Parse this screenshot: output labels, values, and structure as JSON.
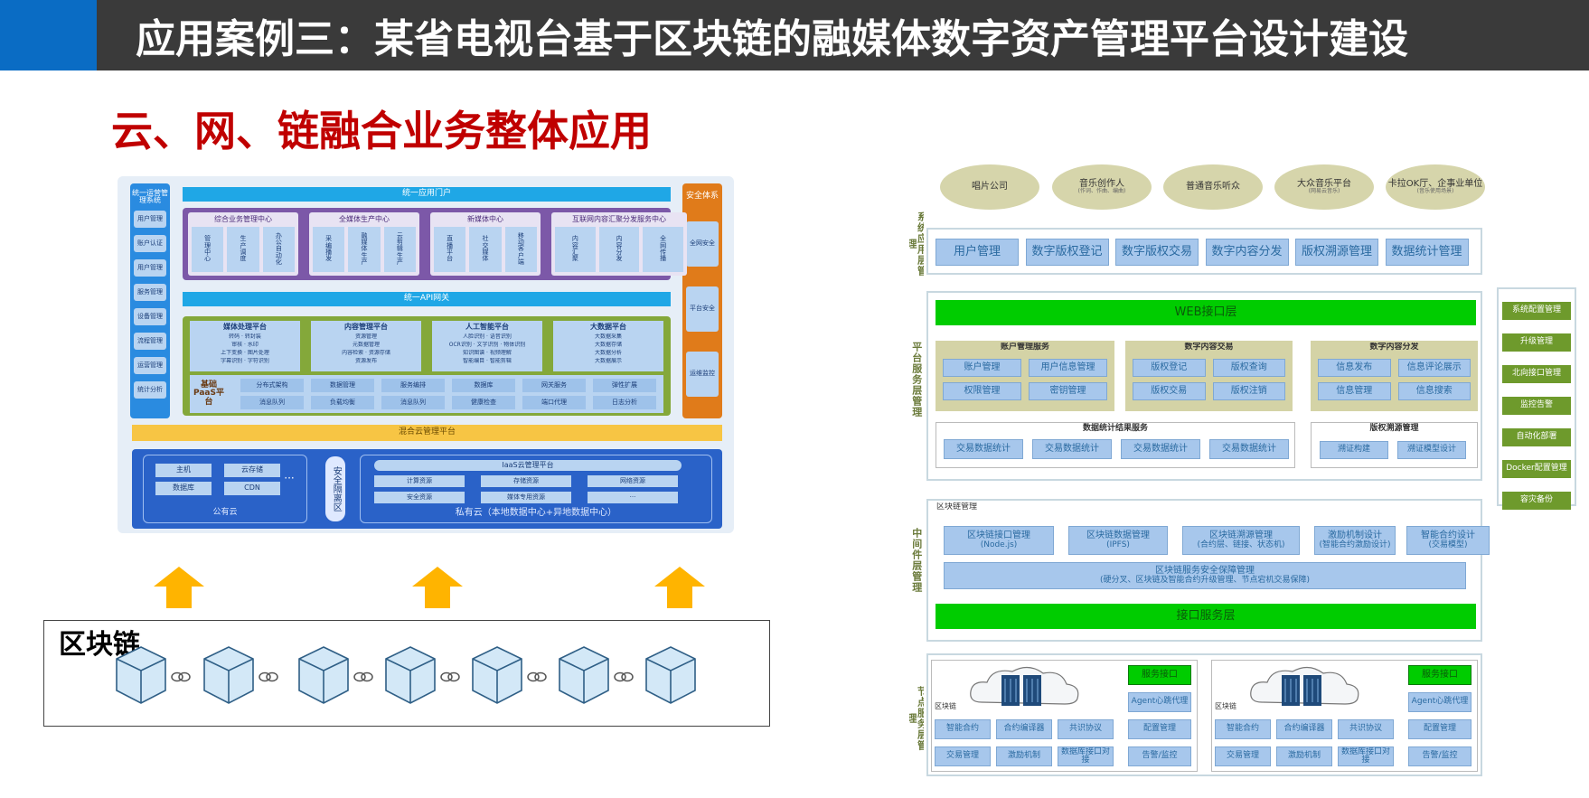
{
  "header": {
    "title": "应用案例三：某省电视台基于区块链的融媒体数字资产管理平台设计建设"
  },
  "subtitle": "云、网、链融合业务整体应用",
  "left": {
    "sidebar_title": "统一运营管理系统",
    "sidebar_items": [
      "用户管理",
      "账户认证",
      "用户管理",
      "服务管理",
      "设备管理",
      "流程管理",
      "运营管理",
      "统计分析"
    ],
    "right_col_title": "安全体系",
    "right_col_items": [
      "全网安全",
      "平台安全",
      "运维监控"
    ],
    "portal": "统一应用门户",
    "purple_groups": [
      {
        "title": "综合业务管理中心",
        "items": [
          "管理中心",
          "生产调度",
          "办公自动化"
        ]
      },
      {
        "title": "全媒体生产中心",
        "items": [
          "采编播发",
          "融媒体生产",
          "云剪辑生产"
        ]
      },
      {
        "title": "新媒体中心",
        "items": [
          "直播平台",
          "社交媒体",
          "移动客户端"
        ]
      },
      {
        "title": "互联网内容汇聚分发服务中心",
        "items": [
          "内容汇聚",
          "内容分发",
          "全网传播"
        ]
      }
    ],
    "api_gateway": "统一API网关",
    "green_groups": [
      {
        "title": "媒体处理平台",
        "lines": [
          "转码 · 转封装",
          "审核 · 水印",
          "上下变换 · 图片处理",
          "字幕识别 · 字符识别"
        ]
      },
      {
        "title": "内容管理平台",
        "lines": [
          "资源管理",
          "元数据管理",
          "内容检索 · 资源存储",
          "资源发布"
        ]
      },
      {
        "title": "人工智能平台",
        "lines": [
          "人脸识别 · 语音识别",
          "OCR识别 · 文字识别 · 物体识别",
          "知识图谱 · 视频理解",
          "智能编目 · 智能剪辑"
        ]
      },
      {
        "title": "大数据平台",
        "lines": [
          "大数据采集",
          "大数据存储",
          "大数据分析",
          "大数据展示"
        ]
      }
    ],
    "paas_label": "基础PaaS平台",
    "paas_row1": [
      "分布式架构",
      "数据管理",
      "服务编排",
      "数据库",
      "网关服务",
      "弹性扩展"
    ],
    "paas_row2": [
      "消息队列",
      "负载均衡",
      "消息队列",
      "健康检查",
      "端口代理",
      "日志分析"
    ],
    "mixed_cloud": "混合云管理平台",
    "public_cloud_items": [
      "主机",
      "云存储",
      "数据库",
      "CDN"
    ],
    "ellipsis": "···",
    "public_cloud": "公有云",
    "security_zone": "安全隔离区",
    "iaas_title": "IaaS云管理平台",
    "iaas_row1": [
      "计算资源",
      "存储资源",
      "网络资源"
    ],
    "iaas_row2": [
      "安全资源",
      "媒体专用资源",
      "···"
    ],
    "private_cloud": "私有云（本地数据中心+异地数据中心）",
    "blockchain_label": "区块链"
  },
  "right": {
    "ovals": [
      {
        "main": "唱片公司",
        "sub": ""
      },
      {
        "main": "音乐创作人",
        "sub": "(作词、作曲、编曲)"
      },
      {
        "main": "普通音乐听众",
        "sub": ""
      },
      {
        "main": "大众音乐平台",
        "sub": "(网易云音乐)"
      },
      {
        "main": "卡拉OK厅、企事业单位",
        "sub": "(音乐使用场景)"
      }
    ],
    "layer_labels": [
      "系统应用层管理",
      "平台服务层管理",
      "中间件层管理",
      "节点服务层管理"
    ],
    "app_row": [
      "用户管理",
      "数字版权登记",
      "数字版权交易",
      "数字内容分发",
      "版权溯源管理",
      "数据统计管理"
    ],
    "web_api": "WEB接口层",
    "svc_groups": [
      {
        "title": "账户管理服务",
        "items": [
          "账户管理",
          "用户信息管理",
          "权限管理",
          "密钥管理"
        ]
      },
      {
        "title": "数字内容交易",
        "items": [
          "版权登记",
          "版权查询",
          "版权交易",
          "版权注销"
        ]
      },
      {
        "title": "数字内容分发",
        "items": [
          "信息发布",
          "信息评论展示",
          "信息管理",
          "信息搜索"
        ]
      }
    ],
    "stats_title": "数据统计结果服务",
    "stats_items": [
      "交易数据统计",
      "交易数据统计",
      "交易数据统计",
      "交易数据统计"
    ],
    "trace_title": "版权溯源管理",
    "trace_items": [
      "溯证构建",
      "溯证模型设计"
    ],
    "mid_title": "区块链管理",
    "mid_items": [
      {
        "main": "区块链接口管理",
        "sub": "(Node.js)"
      },
      {
        "main": "区块链数据管理",
        "sub": "(IPFS)"
      },
      {
        "main": "区块链溯源管理",
        "sub": "(合约层、链接、状态机)"
      },
      {
        "main": "激励机制设计",
        "sub": "(智能合约激励设计)"
      },
      {
        "main": "智能合约设计",
        "sub": "(交易模型)"
      }
    ],
    "mid_security": {
      "main": "区块链服务安全保障管理",
      "sub": "(硬分叉、区块链及智能合约升级管理、节点宕机交易保障)"
    },
    "api_layer": "接口服务层",
    "nodes": [
      {
        "label": "区块链",
        "green": "服务接口",
        "side": [
          "Agent心跳代理",
          "配置管理",
          "告警/监控"
        ],
        "grid": [
          "智能合约",
          "合约编译器",
          "共识协议",
          "交易管理",
          "激励机制",
          "数据库接口对接"
        ]
      },
      {
        "label": "区块链",
        "green": "服务接口",
        "side": [
          "Agent心跳代理",
          "配置管理",
          "告警/监控"
        ],
        "grid": [
          "智能合约",
          "合约编译器",
          "共识协议",
          "交易管理",
          "激励机制",
          "数据库接口对接"
        ]
      }
    ],
    "side_items": [
      "系统配置管理",
      "升级管理",
      "北向接口管理",
      "监控告警",
      "自动化部署",
      "Docker配置管理",
      "容灾备份"
    ]
  },
  "colors": {
    "header_bg": "#3a3a3a",
    "accent": "#0a6cc4",
    "title_red": "#c00000",
    "arrow": "#ffb400",
    "green_bar": "#00cc00"
  }
}
